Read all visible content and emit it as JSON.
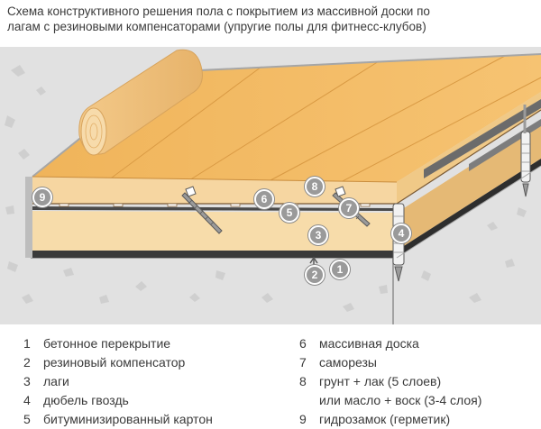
{
  "title": {
    "line1": "Схема конструктивного решения пола с покрытием из массивной доски по",
    "line2": "лагам с резиновыми компенсаторами (упругие полы для фитнесс-клубов)"
  },
  "callouts": [
    "1",
    "2",
    "3",
    "4",
    "5",
    "6",
    "7",
    "8",
    "9"
  ],
  "legend": {
    "left": [
      {
        "num": "1",
        "text": "бетонное перекрытие"
      },
      {
        "num": "2",
        "text": "резиновый компенсатор"
      },
      {
        "num": "3",
        "text": "лаги"
      },
      {
        "num": "4",
        "text": "дюбель гвоздь"
      },
      {
        "num": "5",
        "text": "битуминизированный картон"
      }
    ],
    "right": [
      {
        "num": "6",
        "text": "массивная доска"
      },
      {
        "num": "7",
        "text": "саморезы"
      },
      {
        "num": "8",
        "text": "грунт + лак (5 слоев)"
      },
      {
        "num": "",
        "text": "или масло + воск (3-4 слоя)"
      },
      {
        "num": "9",
        "text": "гидрозамок (герметик)"
      }
    ]
  },
  "colors": {
    "concrete": "#dcdcdc",
    "wood_top": "#f2b95f",
    "wood_side": "#f7d9a6",
    "lag": "#f6d8a2",
    "dark_layer": "#3a3a3a",
    "badge": "#9a9a9a"
  }
}
